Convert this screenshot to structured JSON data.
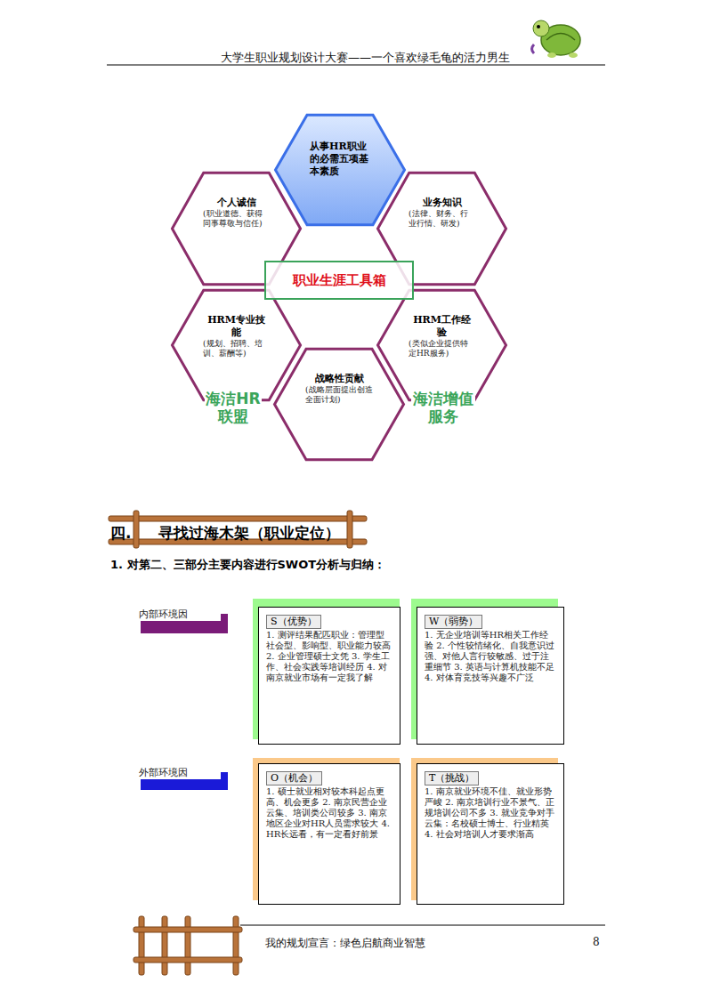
{
  "diagram": {
    "nodes": [
      {
        "text": [
          "从事HR职业的必需五项基本素质"
        ]
      },
      {
        "text": [
          "个人诚信",
          "(职业道德、获得同事尊敬与信任)"
        ]
      },
      {
        "text": [
          "业务知识",
          "(法律、财务、行业行情、研发)"
        ]
      },
      {
        "text": [
          "HRM专业技能",
          "(规划、招聘、培训、薪酬等)"
        ]
      },
      {
        "text": [
          "HRM工作经验",
          "(类似企业提供特定HR服务)"
        ]
      },
      {
        "text": [
          "战略性贡献",
          "(战略层面提出创造全面计划)"
        ]
      },
      {
        "text": [
          "职业生涯工具箱"
        ]
      },
      {
        "text": [
          "S（优势）",
          "1. 测评结果配匹职业：管理型社会型、影响型、职业能力较高 2. 企业管理硕士文凭 3. 学生工作、社会实践等培训经历 4. 对南京就业市场有一定我了解"
        ]
      },
      {
        "text": [
          "W（弱势）",
          "1. 无企业培训等HR相关工作经验 2. 个性较情绪化、自我意识过强、对他人言行较敏感、过于注重细节 3. 英语与计算机技能不足 4. 对体育竞技等兴趣不广泛"
        ]
      },
      {
        "text": [
          "O（机会）",
          "1. 硕士就业相对较本科起点更高、机会更多 2. 南京民营企业云集、培训类公司较多 3. 南京地区企业对HR人员需求较大 4. HR长远看，有一定看好前景"
        ]
      },
      {
        "text": [
          "T（挑战）",
          "1. 南京就业环境不佳、就业形势严峻 2. 南京培训行业不景气、正规培训公司不多 3. 就业竞争对手云集：名校硕士博士、行业精英 4. 社会对培训人才要求渐高"
        ]
      }
    ],
    "labels": [
      "大学生职业规划设计大赛——一个喜欢绿毛龟的活力男生",
      "海洁HR联盟",
      "海洁增值服务",
      "四.",
      "寻找过海木架（职业定位）",
      "1. 对第二、三部分主要内容进行SWOT分析与归纳：",
      "内部环境因",
      "外部环境因",
      "我的规划宣言：绿色启航商业智慧",
      "8"
    ]
  }
}
